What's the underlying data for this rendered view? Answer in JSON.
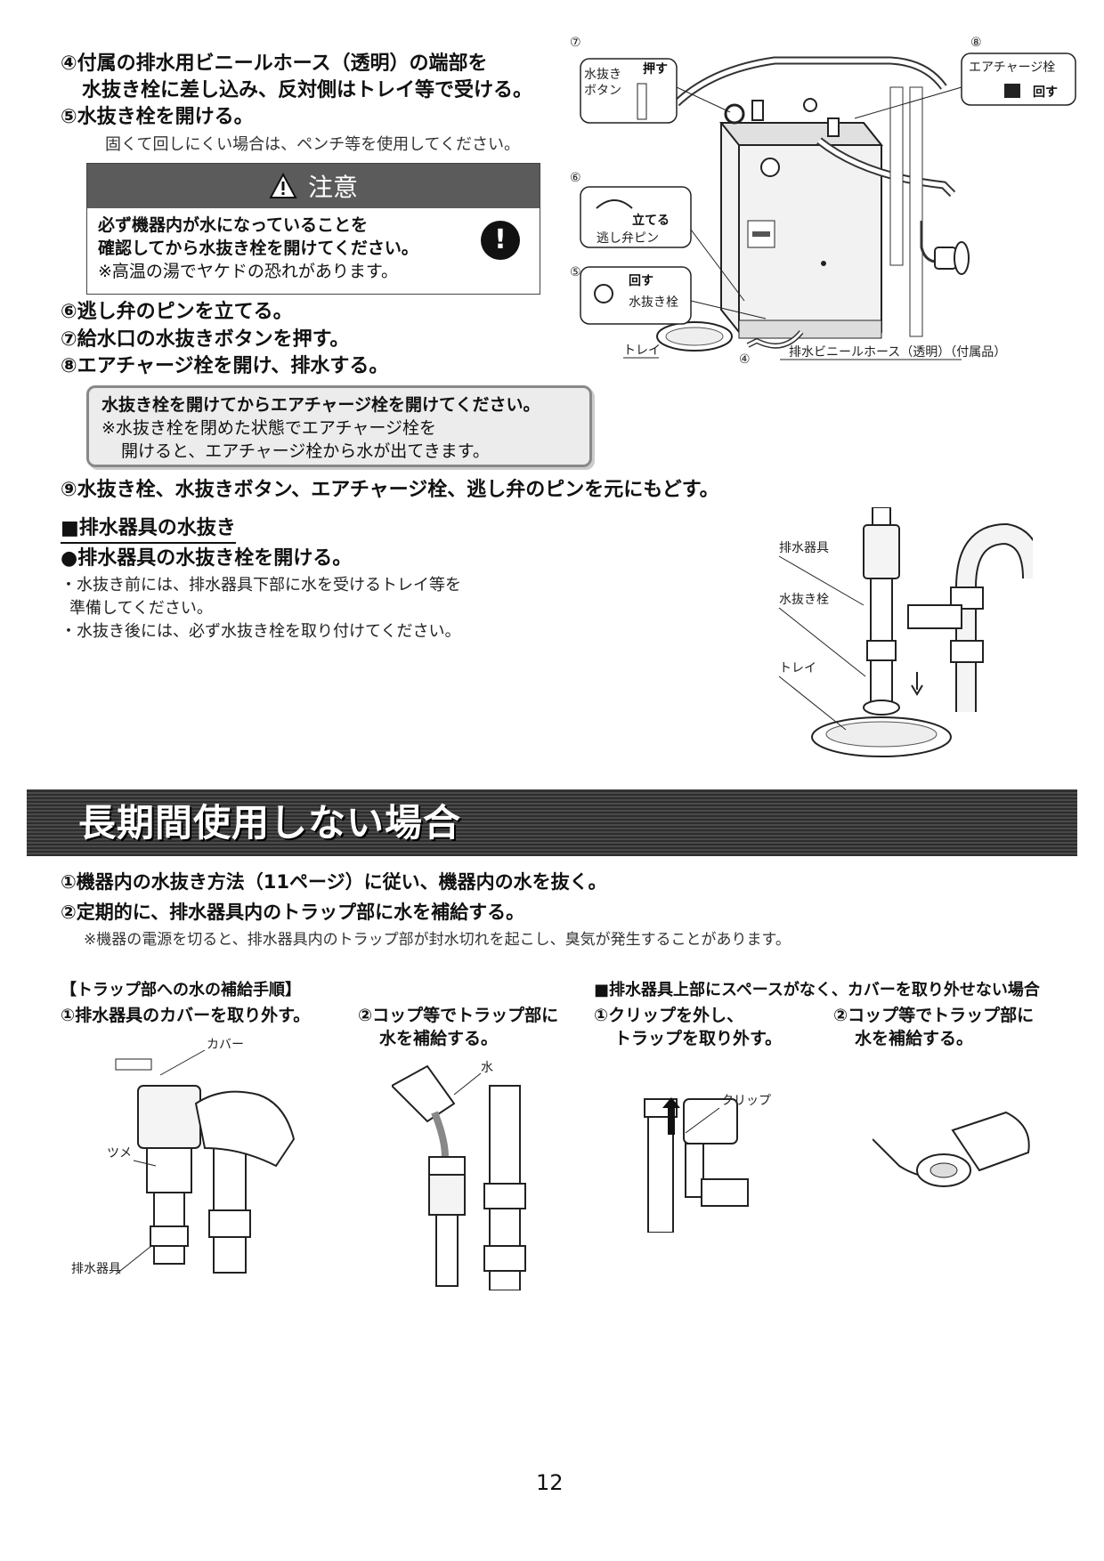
{
  "steps_top": {
    "s4_line1": "④付属の排水用ビニールホース（透明）の端部を",
    "s4_line2": "水抜き栓に差し込み、反対側はトレイ等で受ける。",
    "s5": "⑤水抜き栓を開ける。",
    "s5_note": "固くて回しにくい場合は、ペンチ等を使用してください。",
    "s6": "⑥逃し弁のピンを立てる。",
    "s7": "⑦給水口の水抜きボタンを押す。",
    "s8": "⑧エアチャージ栓を開け、排水する。",
    "s9": "⑨水抜き栓、水抜きボタン、エアチャージ栓、逃し弁のピンを元にもどす。"
  },
  "caution": {
    "title": "注意",
    "line1": "必ず機器内が水になっていることを",
    "line2": "確認してから水抜き栓を開けてください。",
    "line3": "※高温の湯でヤケドの恐れがあります。"
  },
  "important": {
    "line1": "水抜き栓を開けてからエアチャージ栓を開けてください。",
    "line2": "※水抜き栓を閉めた状態でエアチャージ栓を",
    "line3": "開けると、エアチャージ栓から水が出てきます。"
  },
  "fig_unit": {
    "n7": "⑦",
    "n8": "⑧",
    "n6": "⑥",
    "n5": "⑤",
    "n4": "④",
    "button_label1": "水抜き",
    "button_label2": "ボタン",
    "push": "押す",
    "air_charge": "エアチャージ栓",
    "turn": "回す",
    "stand": "立てる",
    "relief_pin": "逃し弁ピン",
    "turn2": "回す",
    "drain_plug": "水抜き栓",
    "tray": "トレイ",
    "hose": "排水ビニールホース（透明）（付属品）"
  },
  "drain_section": {
    "title": "■排水器具の水抜き",
    "step": "●排水器具の水抜き栓を開ける。",
    "note1": "・水抜き前には、排水器具下部に水を受けるトレイ等を",
    "note1b": "準備してください。",
    "note2": "・水抜き後には、必ず水抜き栓を取り付けてください。",
    "fig_drain_fixture": "排水器具",
    "fig_drain_plug": "水抜き栓",
    "fig_tray": "トレイ"
  },
  "long_term": {
    "banner": "長期間使用しない場合",
    "s1": "①機器内の水抜き方法（11ページ）に従い、機器内の水を抜く。",
    "s2": "②定期的に、排水器具内のトラップ部に水を補給する。",
    "s2_note": "※機器の電源を切ると、排水器具内のトラップ部が封水切れを起こし、臭気が発生することがあります。"
  },
  "procedure": {
    "title": "【トラップ部への水の補給手順】",
    "a1": "①排水器具のカバーを取り外す。",
    "a2_l1": "②コップ等でトラップ部に",
    "a2_l2": "水を補給する。",
    "alt_title": "■排水器具上部にスペースがなく、カバーを取り外せない場合",
    "b1_l1": "①クリップを外し、",
    "b1_l2": "トラップを取り外す。",
    "b2_l1": "②コップ等でトラップ部に",
    "b2_l2": "水を補給する。",
    "fig_cover": "カバー",
    "fig_claw": "ツメ",
    "fig_fixture": "排水器具",
    "fig_water": "水",
    "fig_clip": "クリップ"
  },
  "page_number": "12"
}
